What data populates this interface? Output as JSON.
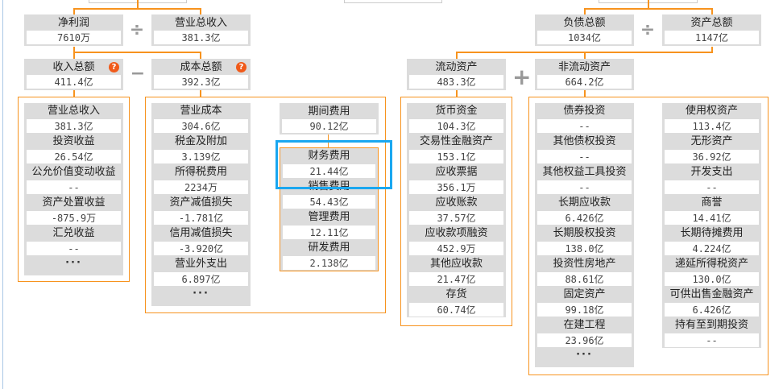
{
  "top": {
    "net_profit": {
      "label": "净利润",
      "value": "7610万"
    },
    "op_divide_1": "÷",
    "revenue": {
      "label": "营业总收入",
      "value": "381.3亿"
    },
    "total_income": {
      "label": "收入总额",
      "value": "411.4亿",
      "help": "?"
    },
    "op_minus": "−",
    "total_cost": {
      "label": "成本总额",
      "value": "392.3亿",
      "help": "?"
    },
    "liabilities": {
      "label": "负债总额",
      "value": "1034亿"
    },
    "op_divide_2": "÷",
    "assets": {
      "label": "资产总额",
      "value": "1147亿"
    },
    "current_assets": {
      "label": "流动资产",
      "value": "483.3亿"
    },
    "op_plus": "+",
    "noncurrent_assets": {
      "label": "非流动资产",
      "value": "664.2亿"
    }
  },
  "more_label": "···",
  "income_items": [
    {
      "label": "营业总收入",
      "value": "381.3亿"
    },
    {
      "label": "投资收益",
      "value": "26.54亿"
    },
    {
      "label": "公允价值变动收益",
      "value": "--"
    },
    {
      "label": "资产处置收益",
      "value": "-875.9万"
    },
    {
      "label": "汇兑收益",
      "value": "--"
    }
  ],
  "cost_items": [
    {
      "label": "营业成本",
      "value": "304.6亿"
    },
    {
      "label": "税金及附加",
      "value": "3.139亿"
    },
    {
      "label": "所得税费用",
      "value": "2234万"
    },
    {
      "label": "资产减值损失",
      "value": "-1.781亿"
    },
    {
      "label": "信用减值损失",
      "value": "-3.920亿"
    },
    {
      "label": "营业外支出",
      "value": "6.897亿"
    }
  ],
  "period_expense": {
    "label": "期间费用",
    "value": "90.12亿"
  },
  "period_items": [
    {
      "label": "财务费用",
      "value": "21.44亿"
    },
    {
      "label": "销售费用",
      "value": "54.43亿"
    },
    {
      "label": "管理费用",
      "value": "12.11亿"
    },
    {
      "label": "研发费用",
      "value": "2.138亿"
    }
  ],
  "current_items": [
    {
      "label": "货币资金",
      "value": "104.3亿"
    },
    {
      "label": "交易性金融资产",
      "value": "153.1亿"
    },
    {
      "label": "应收票据",
      "value": "356.1万"
    },
    {
      "label": "应收账款",
      "value": "37.57亿"
    },
    {
      "label": "应收款项融资",
      "value": "452.9万"
    },
    {
      "label": "其他应收款",
      "value": "21.47亿"
    },
    {
      "label": "存货",
      "value": "60.74亿"
    }
  ],
  "noncurrent_items_1": [
    {
      "label": "债券投资",
      "value": "--"
    },
    {
      "label": "其他债权投资",
      "value": "--"
    },
    {
      "label": "其他权益工具投资",
      "value": "--"
    },
    {
      "label": "长期应收款",
      "value": "6.426亿"
    },
    {
      "label": "长期股权投资",
      "value": "138.0亿"
    },
    {
      "label": "投资性房地产",
      "value": "88.61亿"
    },
    {
      "label": "固定资产",
      "value": "99.18亿"
    },
    {
      "label": "在建工程",
      "value": "23.96亿"
    }
  ],
  "noncurrent_items_2": [
    {
      "label": "使用权资产",
      "value": "113.4亿"
    },
    {
      "label": "无形资产",
      "value": "36.92亿"
    },
    {
      "label": "开发支出",
      "value": "--"
    },
    {
      "label": "商誉",
      "value": "14.41亿"
    },
    {
      "label": "长期待摊费用",
      "value": "4.224亿"
    },
    {
      "label": "递延所得税资产",
      "value": "130.0亿"
    },
    {
      "label": "可供出售金融资产",
      "value": "6.426亿"
    },
    {
      "label": "持有至到期投资",
      "value": "--"
    }
  ],
  "colors": {
    "accent": "#f7931e",
    "highlight": "#1aa7f0",
    "help": "#f05a1a"
  }
}
